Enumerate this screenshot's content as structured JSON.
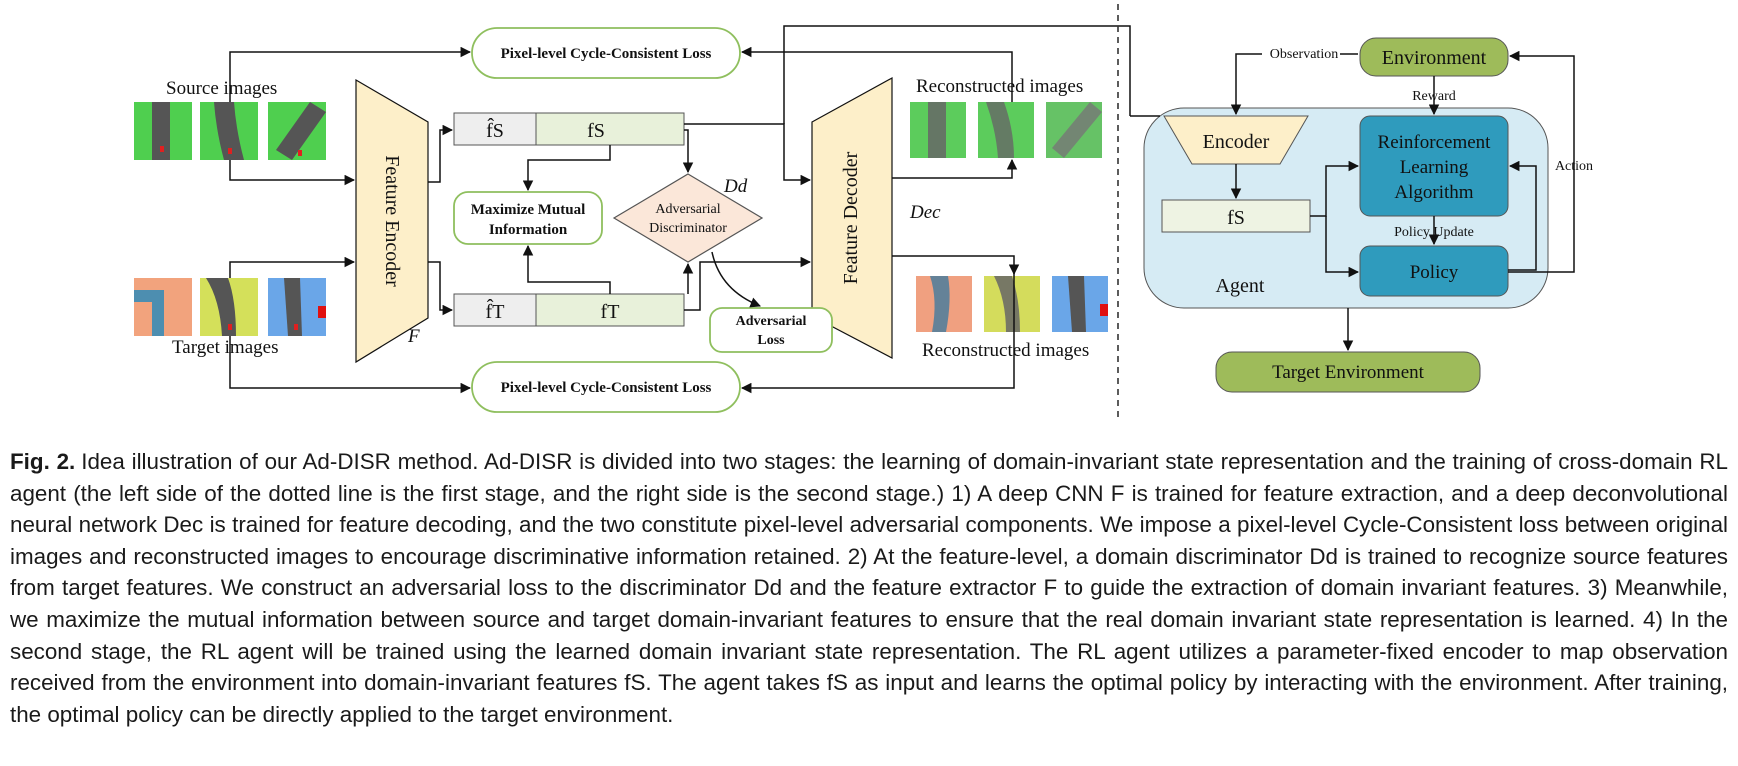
{
  "diagram": {
    "source_images_label": "Source images",
    "target_images_label": "Target images",
    "reconstructed_top_label": "Reconstructed images",
    "reconstructed_bottom_label": "Reconstructed images",
    "feature_encoder_label": "Feature Encoder",
    "encoder_symbol": "F",
    "feature_decoder_label": "Feature Decoder",
    "decoder_symbol": "Dec",
    "pixel_loss_top": "Pixel-level Cycle-Consistent Loss",
    "pixel_loss_bottom": "Pixel-level Cycle-Consistent Loss",
    "fs_hat": "f̂S",
    "fs": "fS",
    "ft_hat": "f̂T",
    "ft": "fT",
    "mutual_info_line1": "Maximize Mutual",
    "mutual_info_line2": "Information",
    "discriminator_line1": "Adversarial",
    "discriminator_line2": "Discriminator",
    "discriminator_symbol": "Dd",
    "adversarial_loss_line1": "Adversarial",
    "adversarial_loss_line2": "Loss",
    "observation_label": "Observation",
    "environment_label": "Environment",
    "reward_label": "Reward",
    "encoder_label": "Encoder",
    "rl_line1": "Reinforcement",
    "rl_line2": "Learning",
    "rl_line3": "Algorithm",
    "action_label": "Action",
    "agent_fs": "fS",
    "policy_update_label": "Policy Update",
    "policy_label": "Policy",
    "agent_label": "Agent",
    "target_env_label": "Target  Environment"
  },
  "colors": {
    "trapezoid_fill": "#fdefc9",
    "loss_border": "#8fbf5e",
    "env_fill": "#9ebb5a",
    "agent_panel_fill": "#d6ebf4",
    "rl_box_fill": "#2f9bbd",
    "feature_light": "#e8f1da",
    "feature_hat": "#eeeeee",
    "disc_fill": "#fbe7d9"
  },
  "caption": {
    "label": "Fig. 2.",
    "text": "Idea illustration of our Ad-DISR method. Ad-DISR is divided into two stages: the learning of domain-invariant state representation and the training of cross-domain RL agent (the left side of the dotted line is the first stage, and the right side is the second stage.) 1) A deep CNN F is trained for feature extraction, and a deep deconvolutional neural network Dec is trained for feature decoding, and the two constitute pixel-level adversarial components. We impose a pixel-level Cycle-Consistent loss between original images and reconstructed images to encourage discriminative information retained. 2) At the feature-level, a domain discriminator Dd is trained to recognize source features from target features. We construct an adversarial loss to the discriminator Dd and the feature extractor F to guide the extraction of domain invariant features. 3) Meanwhile, we maximize the mutual information between source and target domain-invariant features to ensure that the real domain invariant state representation is learned. 4) In the second stage, the RL agent will be trained using the learned domain invariant state representation. The RL agent utilizes a parameter-fixed encoder to map observation received from the environment into domain-invariant features fS. The agent takes fS as input and learns the optimal policy by interacting with the environment. After training, the optimal policy can be directly applied to the target environment."
  }
}
